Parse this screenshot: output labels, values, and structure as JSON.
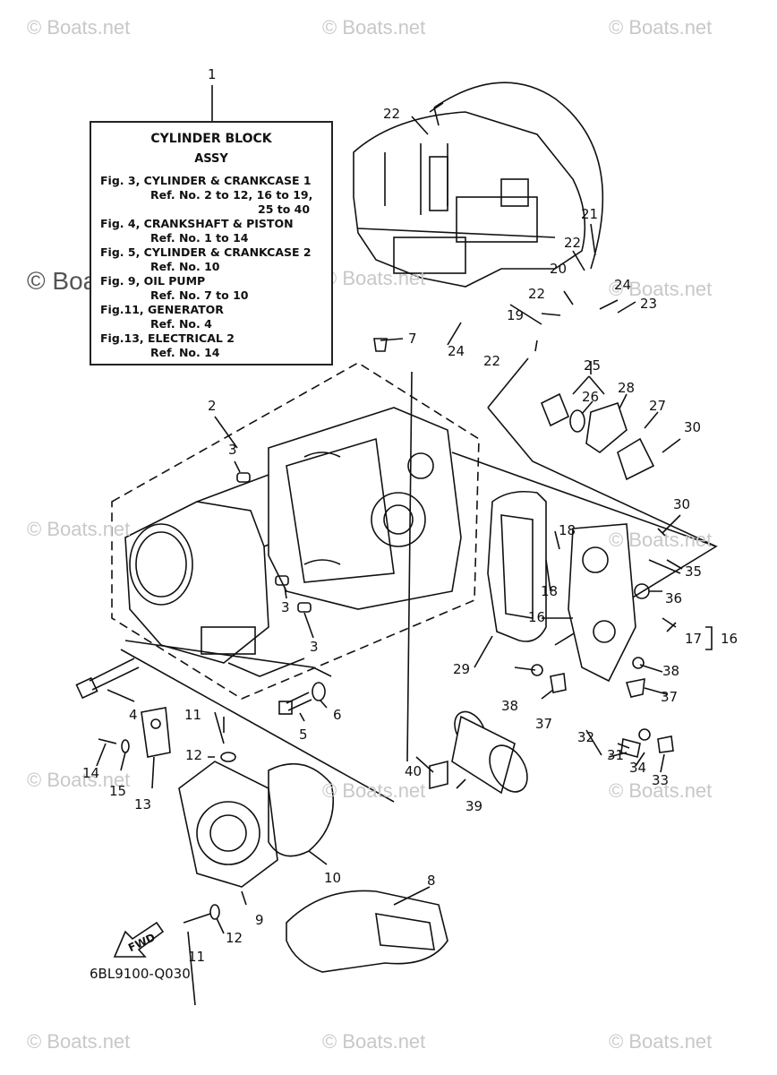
{
  "watermark": "© Boats.net",
  "legend": {
    "title": "CYLINDER BLOCK",
    "subtitle": "ASSY",
    "lines": [
      "Fig. 3, CYLINDER & CRANKCASE 1",
      "Ref. No. 2 to 12, 16 to 19,",
      "25 to 40",
      "Fig. 4, CRANKSHAFT & PISTON",
      "Ref. No. 1 to 14",
      "Fig. 5, CYLINDER & CRANKCASE 2",
      "Ref. No. 10",
      "Fig. 9, OIL PUMP",
      "Ref. No. 7 to 10",
      "Fig.11, GENERATOR",
      "Ref. No. 4",
      "Fig.13, ELECTRICAL 2",
      "Ref. No. 14"
    ]
  },
  "callouts": [
    "1",
    "2",
    "3",
    "3",
    "3",
    "3",
    "4",
    "5",
    "6",
    "7",
    "8",
    "9",
    "10",
    "11",
    "11",
    "12",
    "12",
    "13",
    "14",
    "15",
    "16",
    "16",
    "16",
    "17",
    "18",
    "18",
    "19",
    "20",
    "21",
    "22",
    "22",
    "22",
    "22",
    "23",
    "24",
    "24",
    "25",
    "26",
    "27",
    "28",
    "29",
    "30",
    "30",
    "31",
    "32",
    "33",
    "34",
    "35",
    "36",
    "37",
    "37",
    "38",
    "38",
    "39",
    "40"
  ],
  "fwd_label": "FWD",
  "diagram_code": "6BL9100-Q030"
}
